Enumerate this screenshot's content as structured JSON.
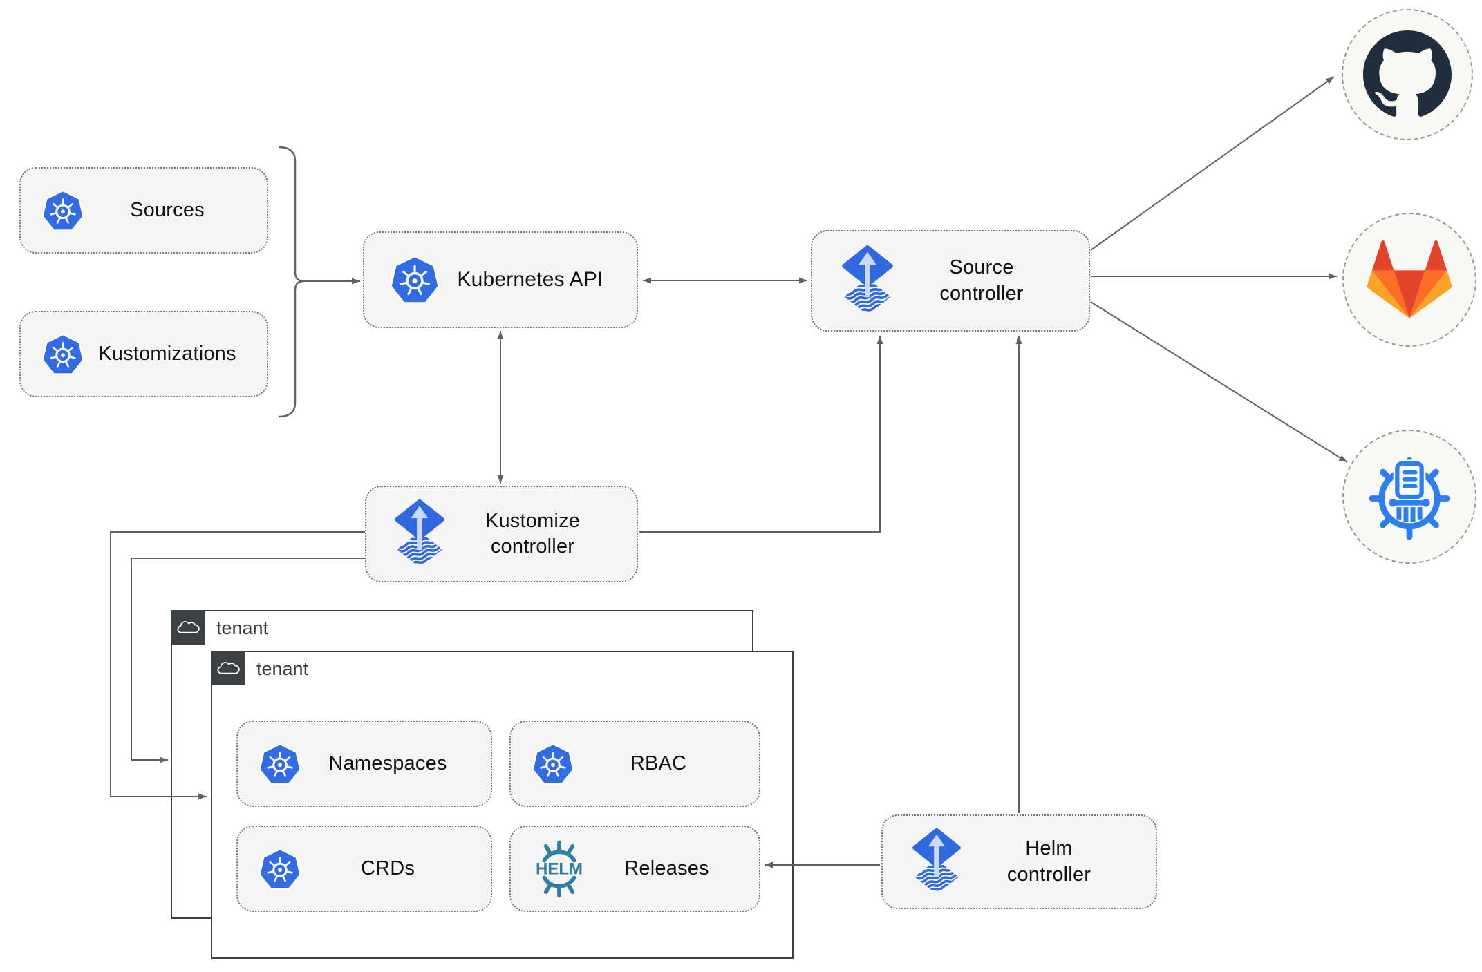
{
  "diagram_name": "flux-gitops-architecture",
  "resources": [
    {
      "label": "Sources",
      "icon": "kubernetes-icon"
    },
    {
      "label": "Kustomizations",
      "icon": "kubernetes-icon"
    }
  ],
  "nodes": {
    "kubernetes_api": {
      "label": "Kubernetes API",
      "icon": "kubernetes-icon"
    },
    "source_controller": {
      "label": "Source controller",
      "icon": "flux-icon"
    },
    "kustomize_controller": {
      "label": "Kustomize controller",
      "icon": "flux-icon"
    },
    "helm_controller": {
      "label": "Helm controller",
      "icon": "flux-icon"
    }
  },
  "tenants": {
    "outer": {
      "label": "tenant",
      "icon": "cloud-icon"
    },
    "inner": {
      "label": "tenant",
      "icon": "cloud-icon"
    }
  },
  "tenant_resources": [
    {
      "label": "Namespaces",
      "icon": "kubernetes-icon"
    },
    {
      "label": "RBAC",
      "icon": "kubernetes-icon"
    },
    {
      "label": "CRDs",
      "icon": "kubernetes-icon"
    },
    {
      "label": "Releases",
      "icon": "helm-icon"
    }
  ],
  "remotes": [
    {
      "name": "github",
      "icon": "github-icon"
    },
    {
      "name": "gitlab",
      "icon": "gitlab-icon"
    },
    {
      "name": "storage-bucket",
      "icon": "storage-bucket-icon"
    }
  ],
  "helm_logo_text": "HELM",
  "colors": {
    "kubernetes_blue": "#326ce5",
    "flux_blue": "#3068e0",
    "flux_arrow_light": "#c9d9f6",
    "helm_teal": "#2e7ea6",
    "github_dark": "#1f2d3d",
    "gitlab_red": "#e24329",
    "gitlab_orange": "#fc6d26",
    "gitlab_yellow": "#fca326",
    "registry_blue": "#2d7ff0",
    "line_gray": "#616161",
    "chip_fill": "#f5f5f5",
    "tenant_border": "#3b4045"
  }
}
